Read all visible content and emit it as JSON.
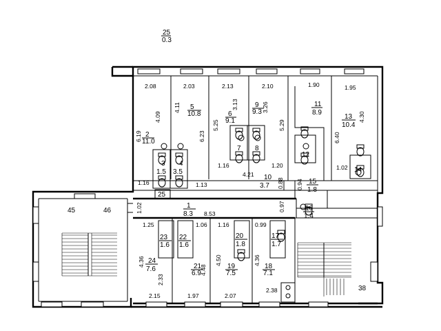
{
  "rooms": [
    {
      "id": "25_top",
      "num": "25",
      "area": "0.3"
    },
    {
      "id": "2",
      "num": "2",
      "area": "11.0"
    },
    {
      "id": "5",
      "num": "5",
      "area": "10.8"
    },
    {
      "id": "6",
      "num": "6",
      "area": "9.1"
    },
    {
      "id": "9",
      "num": "9",
      "area": "9.3"
    },
    {
      "id": "11",
      "num": "11",
      "area": "8.9"
    },
    {
      "id": "13",
      "num": "13",
      "area": "10.4"
    },
    {
      "id": "10",
      "num": "10",
      "area": "3.7"
    },
    {
      "id": "15",
      "num": "15",
      "area": "1.8"
    },
    {
      "id": "1",
      "num": "1",
      "area": "8.3"
    },
    {
      "id": "16",
      "num": "16",
      "area": "1.4"
    },
    {
      "id": "23",
      "num": "23",
      "area": "1.6"
    },
    {
      "id": "22",
      "num": "22",
      "area": "1.6"
    },
    {
      "id": "20",
      "num": "20",
      "area": "1.8"
    },
    {
      "id": "17",
      "num": "17",
      "area": "1.7"
    },
    {
      "id": "24",
      "num": "24",
      "area": "7.6"
    },
    {
      "id": "21",
      "num": "21",
      "area": "6.9"
    },
    {
      "id": "19",
      "num": "19",
      "area": "7.5"
    },
    {
      "id": "18",
      "num": "18",
      "area": "7.1"
    }
  ],
  "small_labels": {
    "l3": "3",
    "l4": "4",
    "l7": "7",
    "l8": "8",
    "l14": "14",
    "l12": "12",
    "l1_5a": "1.5",
    "l3_5": "3.5",
    "l25b": "25",
    "l1_4": "1.4"
  },
  "spaces": {
    "45": "45",
    "46": "46",
    "38": "38"
  },
  "dimensions": {
    "d208": "2.08",
    "d203": "2.03",
    "d213": "2.13",
    "d210": "2.10",
    "d190": "1.90",
    "d195": "1.95",
    "d409": "4.09",
    "d411": "4.11",
    "d313": "3.13",
    "d326": "3.26",
    "d430": "4.30",
    "d619": "6.19",
    "d623": "6.23",
    "d525": "5.25",
    "d529": "5.29",
    "d640": "6.40",
    "d116a": "1.16",
    "d421": "4.21",
    "d120": "1.20",
    "d102": "1.02",
    "d116b": "1.16",
    "d113": "1.13",
    "d088": "0.88",
    "d094": "0.94",
    "d102b": "1.02",
    "d853": "8.53",
    "d097": "0.97",
    "d125": "1.25",
    "d106": "1.06",
    "d116c": "1.16",
    "d099": "0.99",
    "d436a": "4.36",
    "d233": "2.33",
    "d448": "4.48",
    "d450": "4.50",
    "d436b": "4.36",
    "d215": "2.15",
    "d197": "1.97",
    "d207": "2.07",
    "d238": "2.38"
  }
}
